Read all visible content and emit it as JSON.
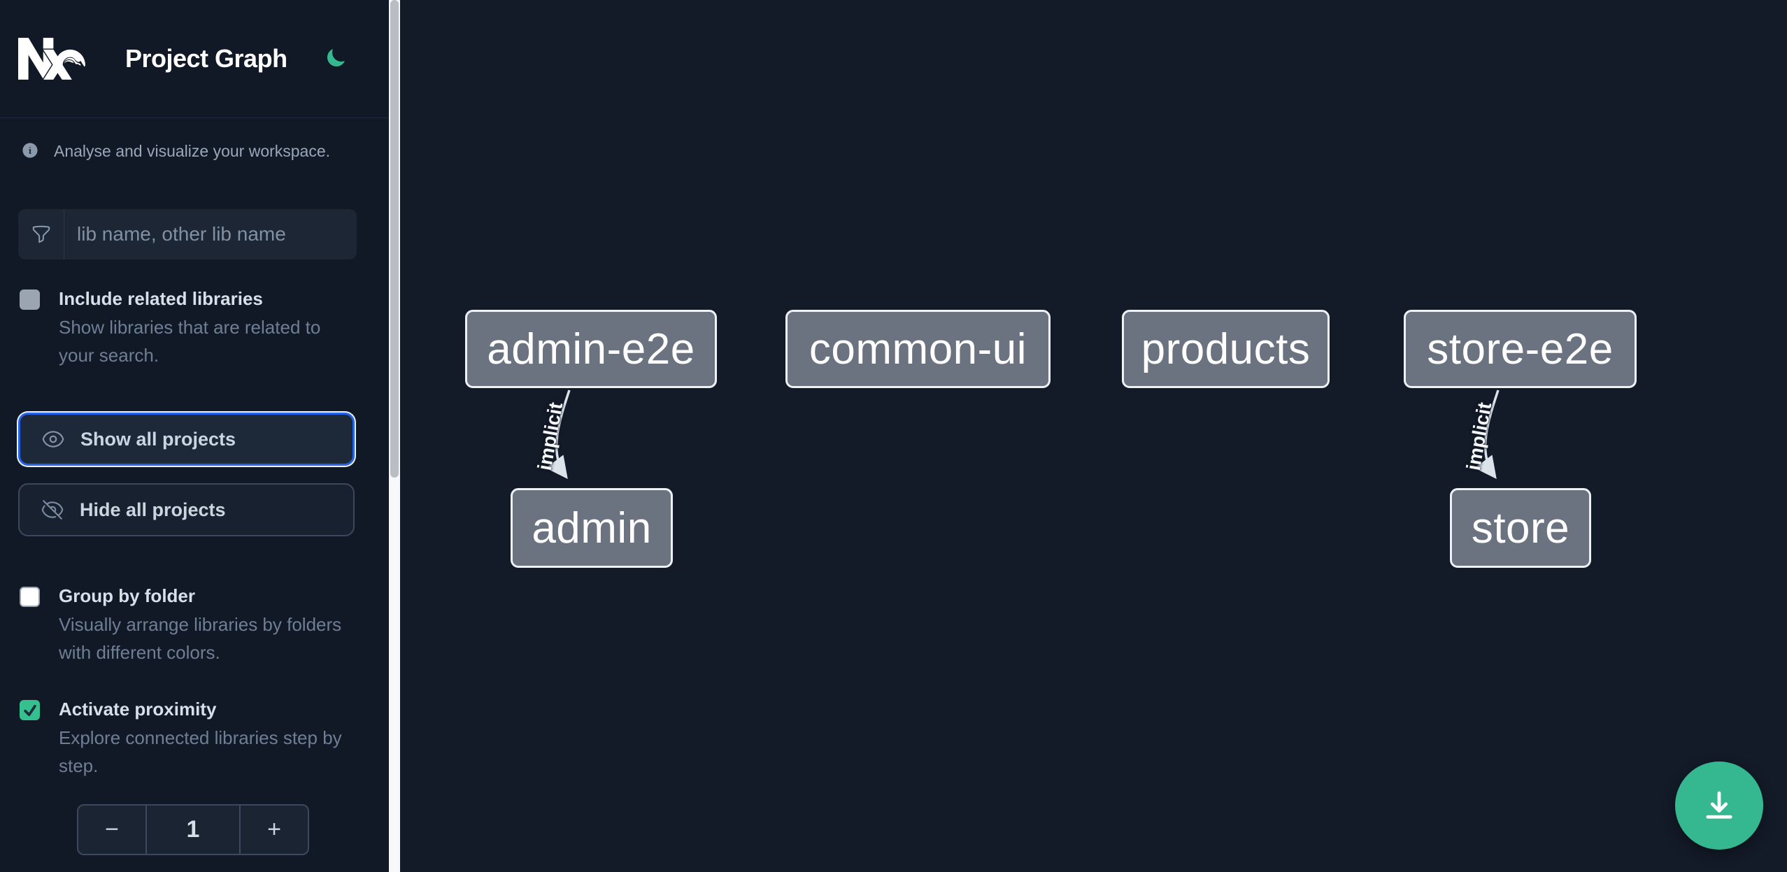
{
  "app": {
    "name": "Nx Project Graph"
  },
  "sidebar": {
    "title": "Project Graph",
    "intro_text": "Analyse and visualize your workspace.",
    "search": {
      "placeholder": "lib name, other lib name",
      "value": ""
    },
    "include_related": {
      "label": "Include related libraries",
      "description": "Show libraries that are related to your search.",
      "checked": false
    },
    "show_all_label": "Show all projects",
    "hide_all_label": "Hide all projects",
    "group_by_folder": {
      "label": "Group by folder",
      "description": "Visually arrange libraries by folders with different colors.",
      "checked": false
    },
    "activate_proximity": {
      "label": "Activate proximity",
      "description": "Explore connected libraries step by step.",
      "checked": true
    },
    "proximity_stepper": {
      "decrement": "−",
      "value": "1",
      "increment": "+"
    }
  },
  "graph": {
    "nodes": [
      {
        "label": "admin-e2e"
      },
      {
        "label": "common-ui"
      },
      {
        "label": "products"
      },
      {
        "label": "store-e2e"
      },
      {
        "label": "admin"
      },
      {
        "label": "store"
      }
    ],
    "edges": [
      {
        "source": "admin-e2e",
        "target": "admin",
        "label": "implicit"
      },
      {
        "source": "store-e2e",
        "target": "store",
        "label": "implicit"
      }
    ]
  },
  "colors": {
    "accent_green": "#35b890",
    "checkbox_checked_green": "#35c08f",
    "focus_blue": "#2563eb",
    "node_fill": "#6b7280",
    "node_border": "#eef1f5",
    "edge": "#dde3ea",
    "sidebar_bg": "#111927",
    "graph_bg": "#131a28"
  }
}
